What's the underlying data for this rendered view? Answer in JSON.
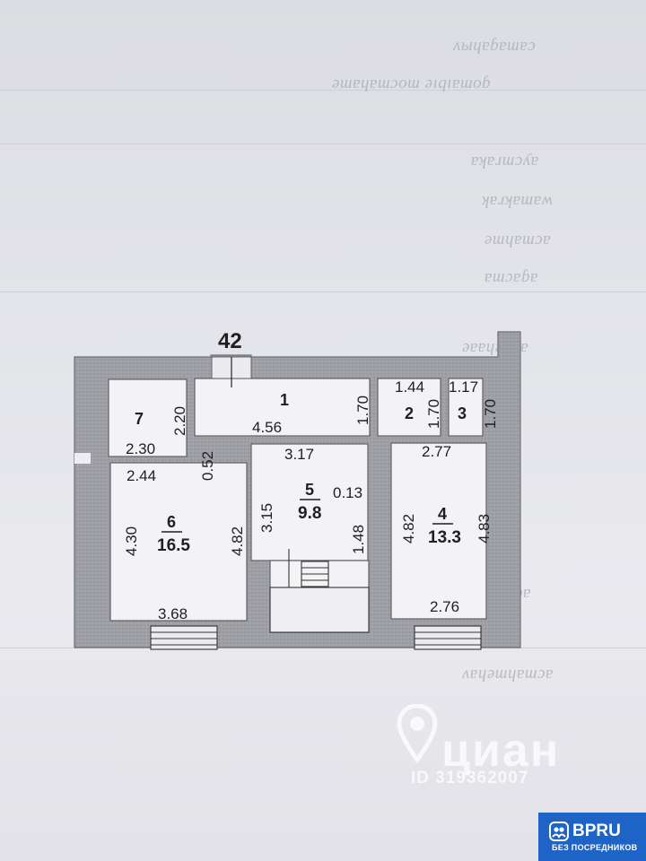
{
  "plan": {
    "plan_number": "42",
    "rooms": [
      {
        "id": "r1",
        "number": "1",
        "dims": [
          "4.56",
          "1.70"
        ]
      },
      {
        "id": "r2",
        "number": "2",
        "dims": [
          "1.44",
          "1.70"
        ]
      },
      {
        "id": "r3",
        "number": "3",
        "dims": [
          "1.17",
          "1.70"
        ]
      },
      {
        "id": "r4",
        "number": "4",
        "area": "13.3",
        "dims": [
          "2.77",
          "4.82",
          "4.83",
          "2.76"
        ]
      },
      {
        "id": "r5",
        "number": "5",
        "area": "9.8",
        "dims": [
          "3.17",
          "3.15",
          "0.13",
          "1.48"
        ]
      },
      {
        "id": "r6",
        "number": "6",
        "area": "16.5",
        "dims": [
          "2.44",
          "0.52",
          "4.30",
          "4.82",
          "3.68"
        ]
      },
      {
        "id": "r7",
        "number": "7",
        "dims": [
          "2.20",
          "2.30"
        ]
      }
    ]
  },
  "watermark": {
    "brand": "циан",
    "listing_id": "ID 319362007"
  },
  "badge": {
    "brand": "BPRU",
    "tagline": "БЕЗ ПОСРЕДНИКОВ"
  },
  "colors": {
    "wall": "#9c9da2",
    "room_fill": "#f3f3f6",
    "badge": "#1e63c6"
  }
}
